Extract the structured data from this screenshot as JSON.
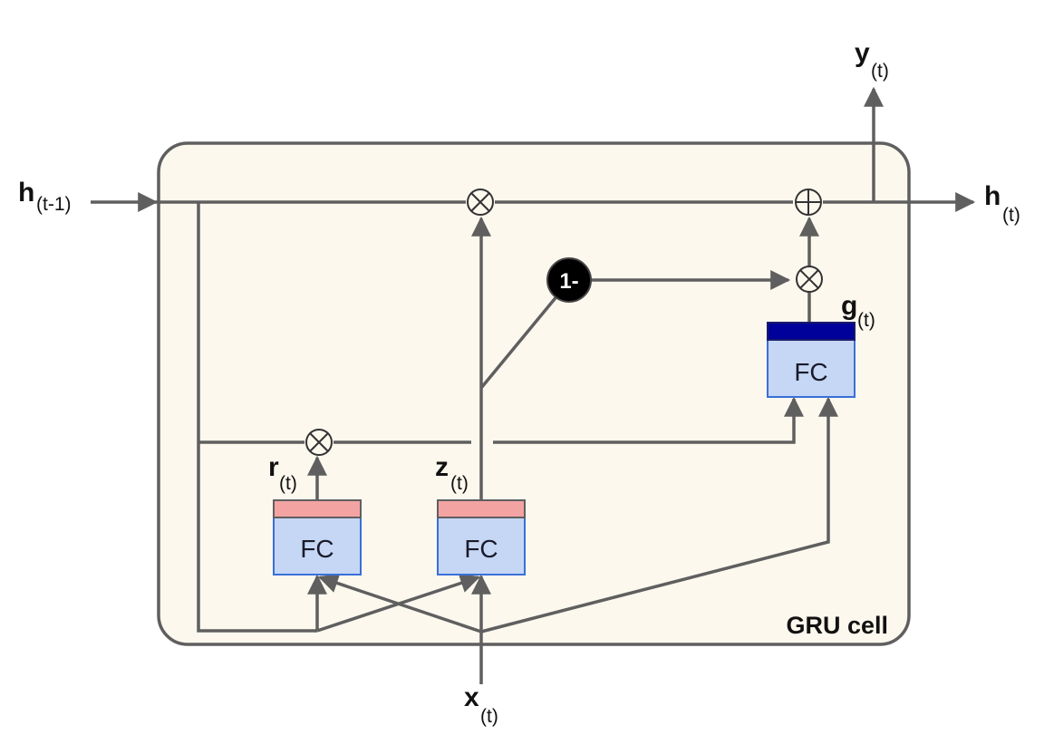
{
  "title": "GRU cell",
  "colors": {
    "cell_background": "#fcf8ee",
    "cell_border": "#5f5f5f",
    "wire": "#5f5f5f",
    "fc_body": "#c5d7f5",
    "fc_border": "#3a6fd8",
    "gate_sigmoid_bar": "#f4a3a3",
    "gate_tanh_bar": "#00009a",
    "one_minus_fill": "#000000"
  },
  "labels": {
    "h_prev": {
      "main": "h",
      "sub": "(t-1)"
    },
    "h_out": {
      "main": "h",
      "sub": "(t)"
    },
    "y_out": {
      "main": "y",
      "sub": "(t)"
    },
    "x_in": {
      "main": "x",
      "sub": "(t)"
    },
    "r_gate": {
      "main": "r",
      "sub": "(t)"
    },
    "z_gate": {
      "main": "z",
      "sub": "(t)"
    },
    "g_gate": {
      "main": "g",
      "sub": "(t)"
    }
  },
  "fc_layers": [
    {
      "id": "r",
      "label": "FC",
      "activation_bar": "sigmoid"
    },
    {
      "id": "z",
      "label": "FC",
      "activation_bar": "sigmoid"
    },
    {
      "id": "g",
      "label": "FC",
      "activation_bar": "tanh"
    }
  ],
  "operators": {
    "multiply": "⊗",
    "add": "⊕",
    "one_minus": "1-"
  },
  "cell_label": "GRU cell"
}
